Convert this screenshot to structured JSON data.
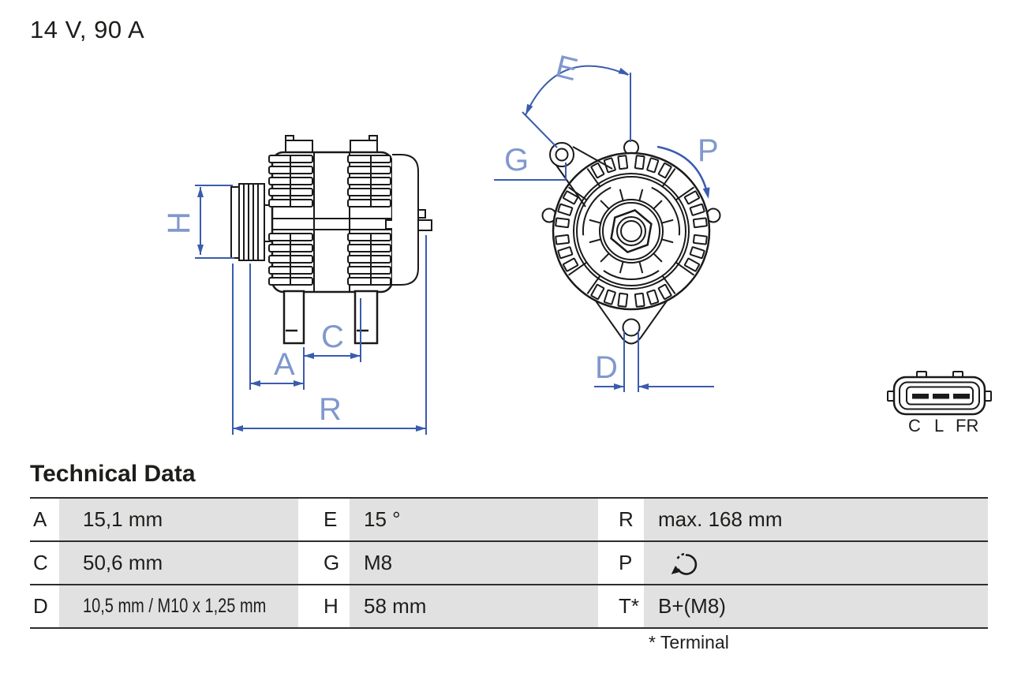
{
  "header": {
    "rating": "14 V, 90 A"
  },
  "drawing": {
    "dimension_labels": {
      "h": "H",
      "a": "A",
      "c": "C",
      "r": "R",
      "e": "E",
      "g": "G",
      "p": "P",
      "d": "D"
    },
    "rotation_direction": "clockwise"
  },
  "connector": {
    "pin_labels": [
      "C",
      "L",
      "FR"
    ]
  },
  "table": {
    "title": "Technical Data",
    "footnote": "* Terminal",
    "rows": [
      {
        "cells": [
          {
            "key": "A",
            "value": "15,1 mm"
          },
          {
            "key": "E",
            "value": "15 °"
          },
          {
            "key": "R",
            "value": "max. 168 mm"
          }
        ]
      },
      {
        "cells": [
          {
            "key": "C",
            "value": "50,6 mm"
          },
          {
            "key": "G",
            "value": "M8"
          },
          {
            "key": "P",
            "value": "",
            "icon": "rotation-clockwise"
          }
        ]
      },
      {
        "cells": [
          {
            "key": "D",
            "value": "10,5 mm / M10 x 1,25 mm"
          },
          {
            "key": "H",
            "value": "58 mm"
          },
          {
            "key": "T*",
            "value": "B+(M8)"
          }
        ]
      }
    ]
  },
  "colors": {
    "dimension_blue": "#3a5cae",
    "dimension_label_blue": "#8098cd",
    "line_black": "#1a1a1a",
    "table_value_bg": "#e1e1e1",
    "table_border": "#2d2d2b",
    "text": "#1d1d1b"
  }
}
